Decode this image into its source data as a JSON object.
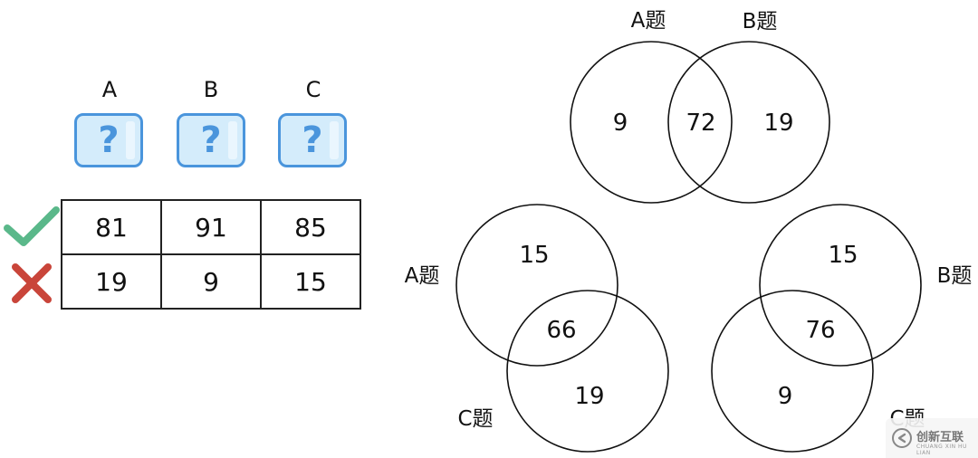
{
  "table": {
    "columns": [
      "A",
      "B",
      "C"
    ],
    "rows": [
      {
        "icon": "check-icon",
        "values": [
          "81",
          "91",
          "85"
        ]
      },
      {
        "icon": "cross-icon",
        "values": [
          "19",
          "9",
          "15"
        ]
      }
    ],
    "question_mark": "?"
  },
  "venn": {
    "ab": {
      "left_label": "A题",
      "right_label": "B题",
      "left_only": "9",
      "both": "72",
      "right_only": "19"
    },
    "ac": {
      "top_label": "A题",
      "bottom_label": "C题",
      "top_only": "15",
      "both": "66",
      "bottom_only": "19"
    },
    "bc": {
      "top_label": "B题",
      "bottom_label": "C题",
      "top_only": "15",
      "both": "76",
      "bottom_only": "9"
    }
  },
  "watermark": {
    "name": "创新互联",
    "sub": "CHUANG XIN HU LIAN"
  },
  "colors": {
    "check": "#5ab88a",
    "cross": "#c9453a",
    "box_border": "#4a95dc",
    "box_fill": "#d4ecfb"
  }
}
